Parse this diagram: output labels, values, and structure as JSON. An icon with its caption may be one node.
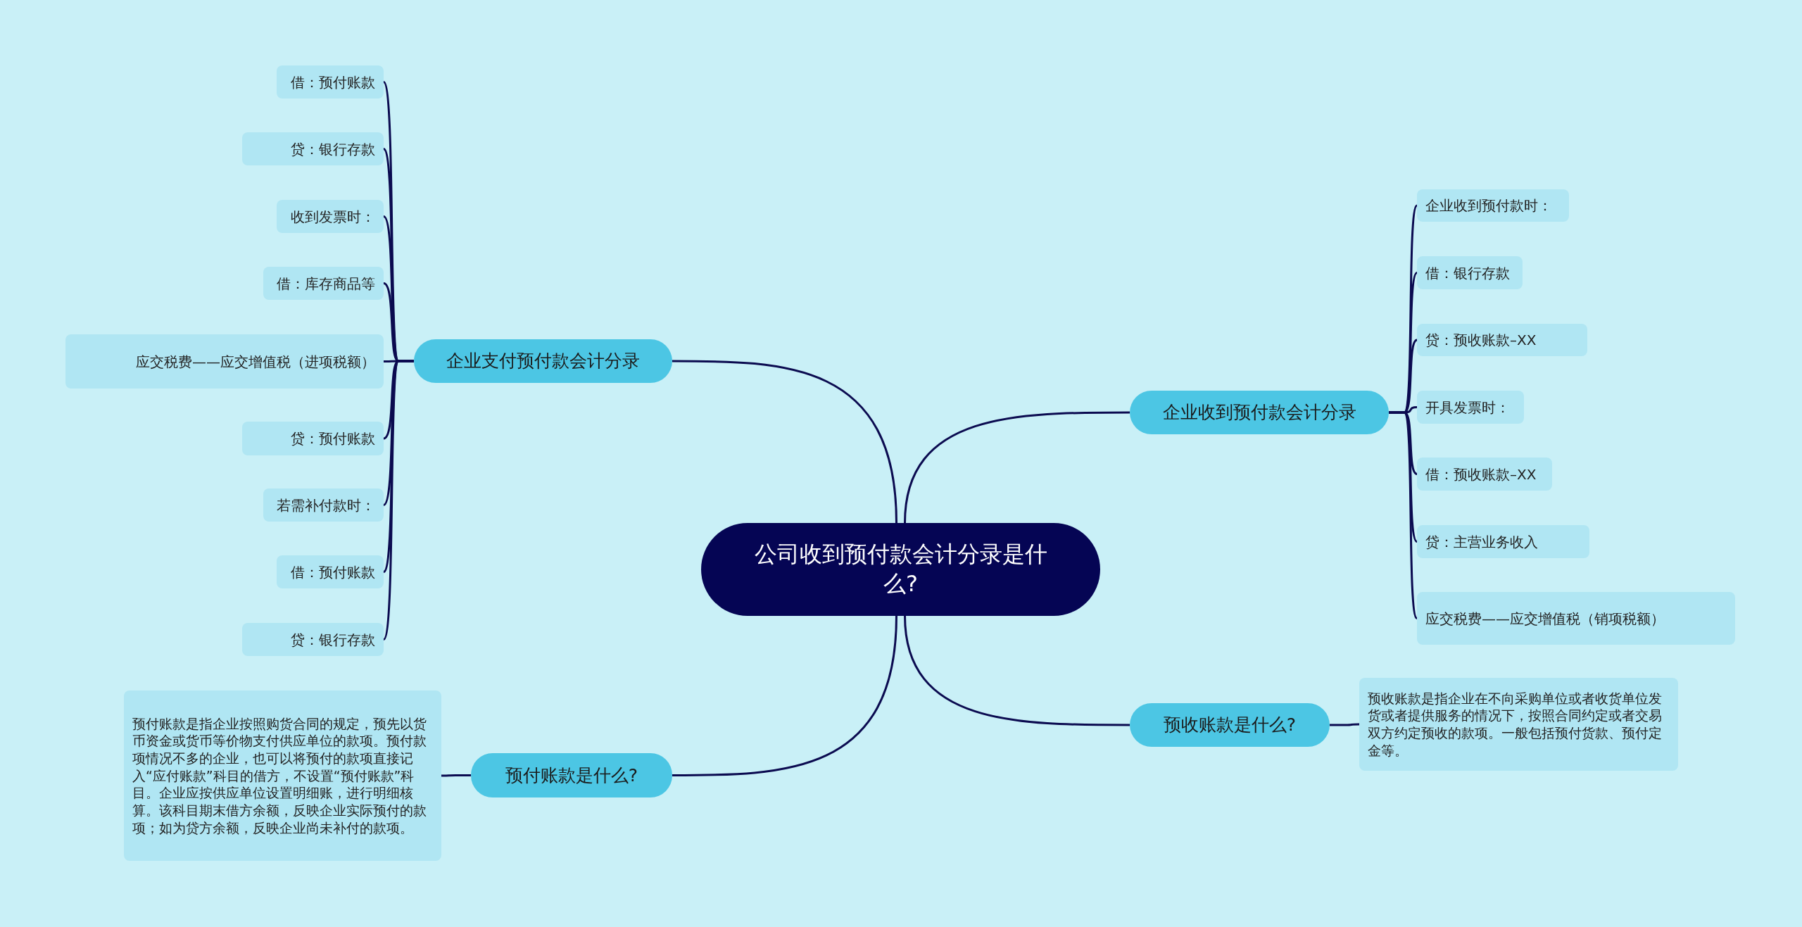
{
  "diagram": {
    "nodes": [
      {
        "text": [
          "公司收到预付款会计分录是什么?"
        ]
      },
      {
        "text": [
          "企业支付预付款会计分录"
        ]
      },
      {
        "text": [
          "借：预付账款"
        ]
      },
      {
        "text": [
          "贷：银行存款"
        ]
      },
      {
        "text": [
          "收到发票时："
        ]
      },
      {
        "text": [
          "借：库存商品等"
        ]
      },
      {
        "text": [
          "应交税费——应交增值税（进项税额）"
        ]
      },
      {
        "text": [
          "贷：预付账款"
        ]
      },
      {
        "text": [
          "若需补付款时："
        ]
      },
      {
        "text": [
          "借：预付账款"
        ]
      },
      {
        "text": [
          "贷：银行存款"
        ]
      },
      {
        "text": [
          "企业收到预付款会计分录"
        ]
      },
      {
        "text": [
          "企业收到预付款时："
        ]
      },
      {
        "text": [
          "借：银行存款"
        ]
      },
      {
        "text": [
          "贷：预收账款–XX"
        ]
      },
      {
        "text": [
          "开具发票时："
        ]
      },
      {
        "text": [
          "借：预收账款–XX"
        ]
      },
      {
        "text": [
          "贷：主营业务收入"
        ]
      },
      {
        "text": [
          "应交税费——应交增值税（销项税额）"
        ]
      },
      {
        "text": [
          "预付账款是什么?"
        ]
      },
      {
        "text": [
          "预付账款是指企业按照购货合同的规定，预先以货币资金或货币等价物支付供应单位的款项。预付款项情况不多的企业，也可以将预付的款项直接记入“应付账款”科目的借方，不设置“预付账款”科目。企业应按供应单位设置明细账，进行明细核算。该科目期末借方余额，反映企业实际预付的款项；如为贷方余额，反映企业尚未补付的款项。"
        ]
      },
      {
        "text": [
          "预收账款是什么?"
        ]
      },
      {
        "text": [
          "预收账款是指企业在不向采购单位或者收货单位发货或者提供服务的情况下，按照合同约定或者交易双方约定预收的款项。一般包括预付货款、预付定金等。"
        ]
      }
    ],
    "edges": [
      {
        "from": 0,
        "to": 1,
        "arrow": "none"
      },
      {
        "from": 1,
        "to": 2,
        "arrow": "none"
      },
      {
        "from": 1,
        "to": 3,
        "arrow": "none"
      },
      {
        "from": 1,
        "to": 4,
        "arrow": "none"
      },
      {
        "from": 1,
        "to": 5,
        "arrow": "none"
      },
      {
        "from": 1,
        "to": 6,
        "arrow": "none"
      },
      {
        "from": 1,
        "to": 7,
        "arrow": "none"
      },
      {
        "from": 1,
        "to": 8,
        "arrow": "none"
      },
      {
        "from": 1,
        "to": 9,
        "arrow": "none"
      },
      {
        "from": 1,
        "to": 10,
        "arrow": "none"
      },
      {
        "from": 0,
        "to": 11,
        "arrow": "none"
      },
      {
        "from": 11,
        "to": 12,
        "arrow": "none"
      },
      {
        "from": 11,
        "to": 13,
        "arrow": "none"
      },
      {
        "from": 11,
        "to": 14,
        "arrow": "none"
      },
      {
        "from": 11,
        "to": 15,
        "arrow": "none"
      },
      {
        "from": 11,
        "to": 16,
        "arrow": "none"
      },
      {
        "from": 11,
        "to": 17,
        "arrow": "none"
      },
      {
        "from": 11,
        "to": 18,
        "arrow": "none"
      },
      {
        "from": 0,
        "to": 19,
        "arrow": "none"
      },
      {
        "from": 19,
        "to": 20,
        "arrow": "none"
      },
      {
        "from": 0,
        "to": 21,
        "arrow": "none"
      },
      {
        "from": 21,
        "to": 22,
        "arrow": "none"
      }
    ]
  }
}
